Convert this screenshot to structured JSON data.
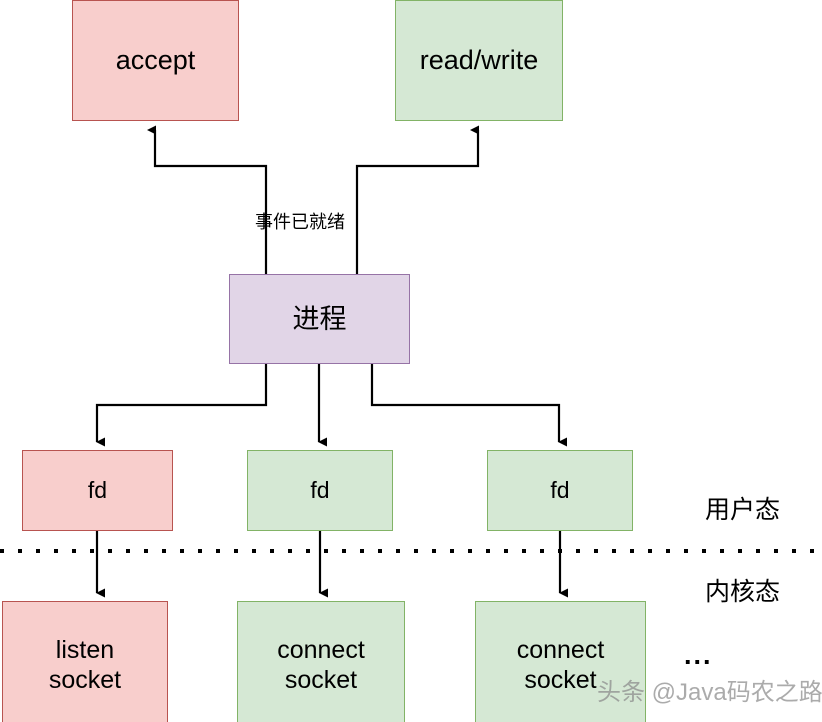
{
  "diagram": {
    "title": "IO multiplexing process / fd / socket diagram",
    "colors": {
      "pink_fill": "#f8cecc",
      "pink_stroke": "#b85450",
      "green_fill": "#d5e8d4",
      "green_stroke": "#82b366",
      "purple_fill": "#e1d5e7",
      "purple_stroke": "#9673a6",
      "edge_stroke": "#000000",
      "divider": "#000000"
    },
    "nodes": {
      "accept": "accept",
      "read_write": "read/write",
      "process": "进程",
      "fd1": "fd",
      "fd2": "fd",
      "fd3": "fd",
      "listen_socket": "listen\nsocket",
      "connect_socket_2": "connect\nsocket",
      "connect_socket_3": "connect\nsocket"
    },
    "labels": {
      "event_ready": "事件已就绪",
      "user_mode": "用户态",
      "kernel_mode": "内核态",
      "ellipsis": "..."
    },
    "watermark": "头条 @Java码农之路"
  }
}
